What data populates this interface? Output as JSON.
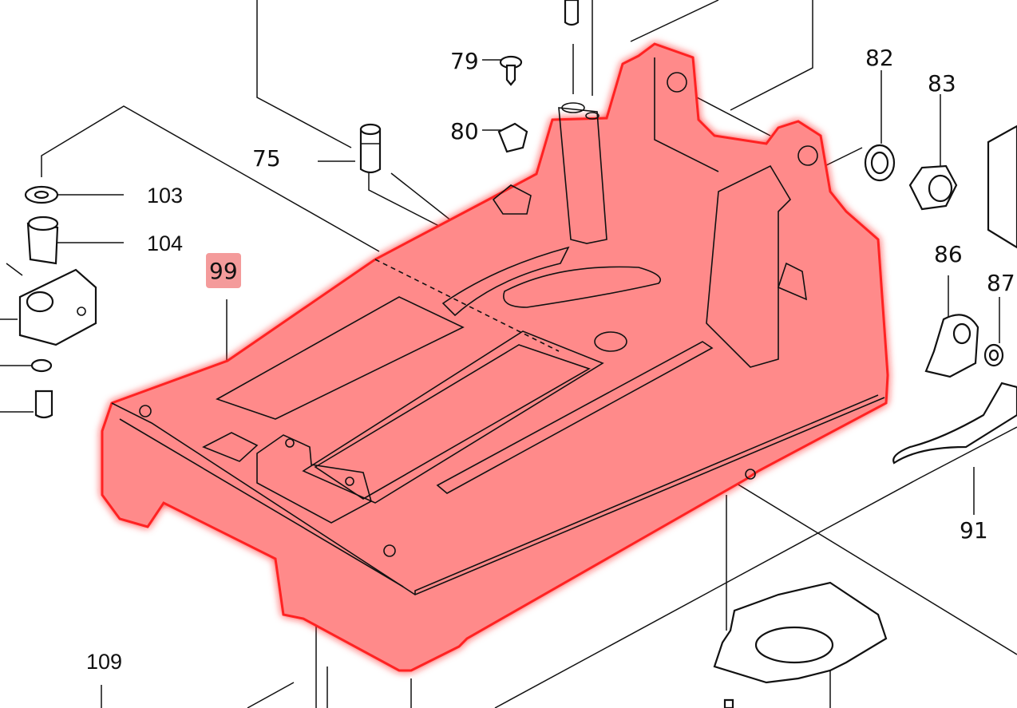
{
  "diagram": {
    "highlight_color": "#ff8a8a",
    "highlight_glow": "#ff2020",
    "highlight_badge_color": "#f49b9b",
    "labels": {
      "p75": "75",
      "p79": "79",
      "p80": "80",
      "p82": "82",
      "p83": "83",
      "p86": "86",
      "p87": "87",
      "p91": "91",
      "p99": "99",
      "p103": "103",
      "p104": "104",
      "p109": "109"
    },
    "highlighted_part": "99"
  }
}
